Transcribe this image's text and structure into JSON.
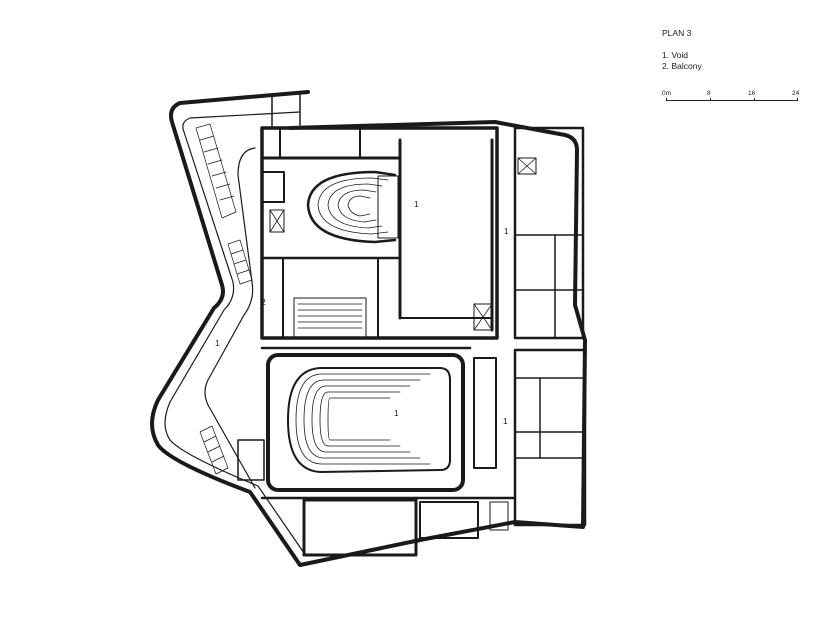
{
  "legend": {
    "title": "PLAN 3",
    "items": [
      "1. Void",
      "2. Balcony"
    ]
  },
  "scale": {
    "labels": [
      "0m",
      "8",
      "16",
      "24"
    ]
  },
  "room_labels": {
    "void_a": "1",
    "void_b": "1",
    "void_c": "1",
    "void_d": "1",
    "void_e": "1",
    "balcony": "2"
  }
}
